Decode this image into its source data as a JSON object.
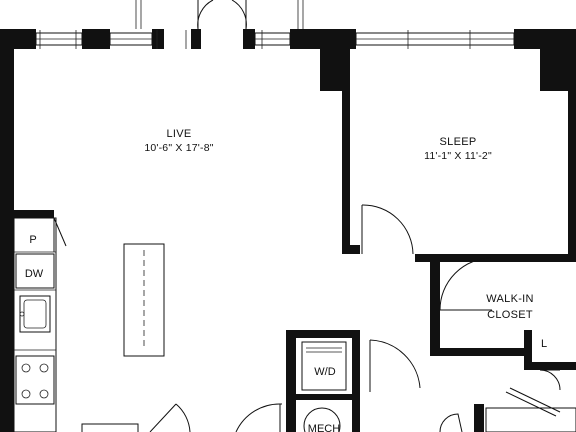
{
  "rooms": {
    "live": {
      "name": "LIVE",
      "dims": "10'-6\" X 17'-8\""
    },
    "sleep": {
      "name": "SLEEP",
      "dims": "11'-1\" X 11'-2\""
    },
    "walk_in_closet": {
      "line1": "WALK-IN",
      "line2": "CLOSET"
    }
  },
  "fixtures": {
    "pantry": "P",
    "dishwasher": "DW",
    "washer_dryer": "W/D",
    "mechanical": "MECH",
    "linen": "L"
  }
}
